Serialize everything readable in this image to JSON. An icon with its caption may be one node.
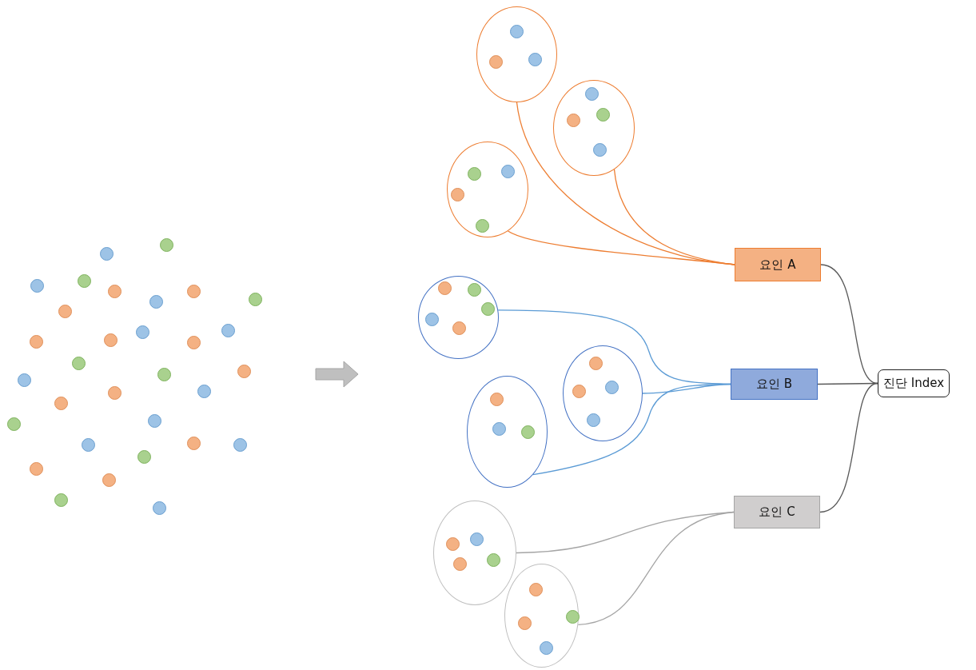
{
  "diagram": {
    "nodes": [
      {
        "text": [],
        "shape": "picture"
      },
      {
        "text": [],
        "shape": "circle"
      },
      {
        "text": [],
        "shape": "circle"
      },
      {
        "text": [],
        "shape": "circle"
      },
      {
        "text": [
          "요인 A"
        ]
      },
      {
        "text": [],
        "shape": "circle"
      },
      {
        "text": [],
        "shape": "circle"
      },
      {
        "text": [],
        "shape": "circle"
      },
      {
        "text": [
          "요인 B"
        ]
      },
      {
        "text": [],
        "shape": "circle"
      },
      {
        "text": [],
        "shape": "circle"
      },
      {
        "text": [
          "요인 C"
        ]
      },
      {
        "text": [
          "진단 Index"
        ]
      }
    ],
    "edges": [
      {
        "from": 1,
        "to": 4,
        "arrow": "none",
        "color": "#ed7d31"
      },
      {
        "from": 2,
        "to": 4,
        "arrow": "none",
        "color": "#ed7d31"
      },
      {
        "from": 3,
        "to": 4,
        "arrow": "none",
        "color": "#ed7d31"
      },
      {
        "from": 5,
        "to": 8,
        "arrow": "none",
        "color": "#5b9bd5"
      },
      {
        "from": 6,
        "to": 8,
        "arrow": "none",
        "color": "#5b9bd5"
      },
      {
        "from": 7,
        "to": 8,
        "arrow": "none",
        "color": "#5b9bd5"
      },
      {
        "from": 9,
        "to": 11,
        "arrow": "none",
        "color": "#a5a5a5"
      },
      {
        "from": 10,
        "to": 11,
        "arrow": "none",
        "color": "#a5a5a5"
      },
      {
        "from": 4,
        "to": 12,
        "arrow": "none",
        "color": "#595959"
      },
      {
        "from": 8,
        "to": 12,
        "arrow": "none",
        "color": "#595959"
      },
      {
        "from": 11,
        "to": 12,
        "arrow": "none",
        "color": "#595959"
      }
    ]
  }
}
